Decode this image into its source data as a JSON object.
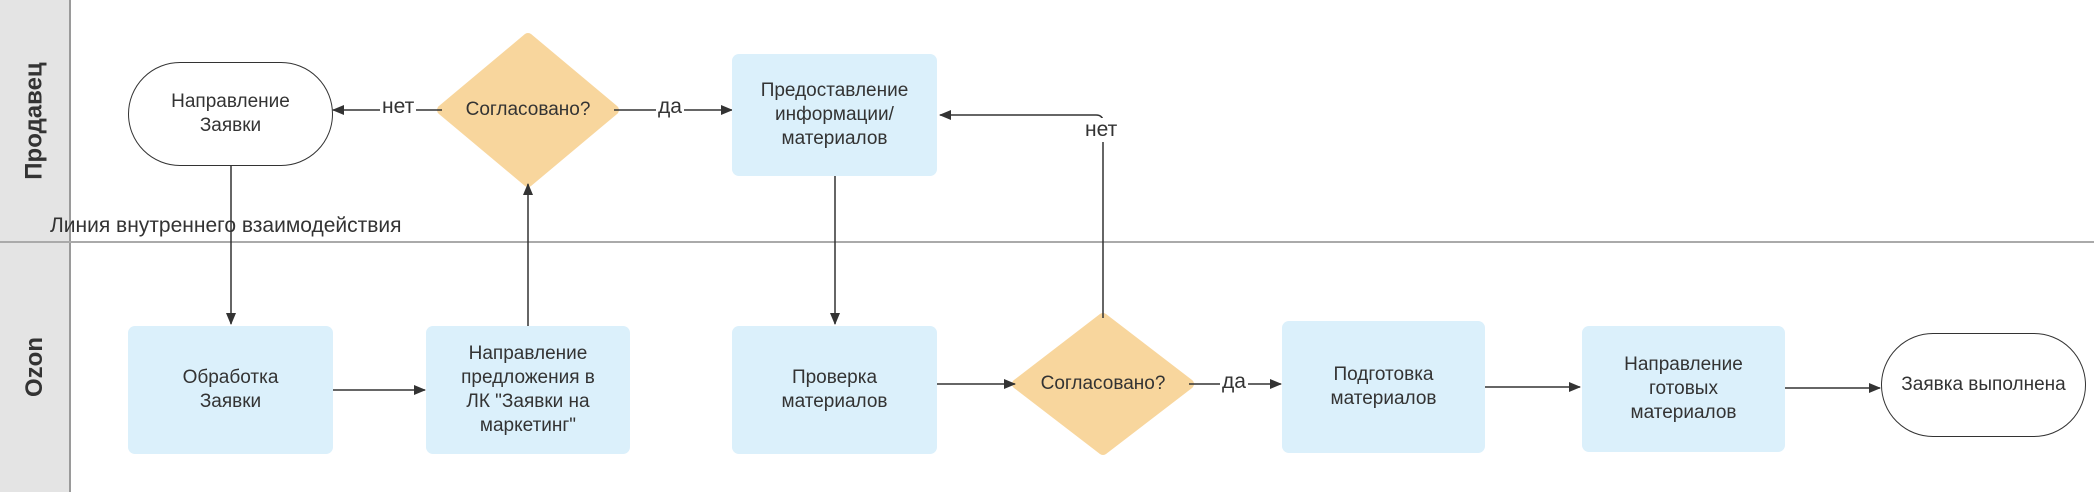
{
  "lanes": {
    "seller": "Продавец",
    "ozon": "Ozon"
  },
  "boundary_label": "Линия внутреннего взаимодействия",
  "nodes": {
    "seller_request": "Направление\nЗаявки",
    "seller_agreed": "Согласовано?",
    "seller_provide": "Предоставление\nинформации/\nматериалов",
    "ozon_process": "Обработка\nЗаявки",
    "ozon_submit": "Направление\nпредложения в\nЛК \"Заявки на\nмаркетинг\"",
    "ozon_check": "Проверка\nматериалов",
    "ozon_agreed": "Согласовано?",
    "ozon_prepare": "Подготовка\nматериалов",
    "ozon_send": "Направление\nготовых\nматериалов",
    "ozon_done": "Заявка выполнена"
  },
  "edge_labels": {
    "seller_no": "нет",
    "seller_yes": "да",
    "ozon_no": "нет",
    "ozon_yes": "да"
  },
  "colors": {
    "process_fill": "#dbf0fb",
    "decision_fill": "#f8d69d",
    "lane_band": "#e4e4e4",
    "line": "#333333"
  }
}
